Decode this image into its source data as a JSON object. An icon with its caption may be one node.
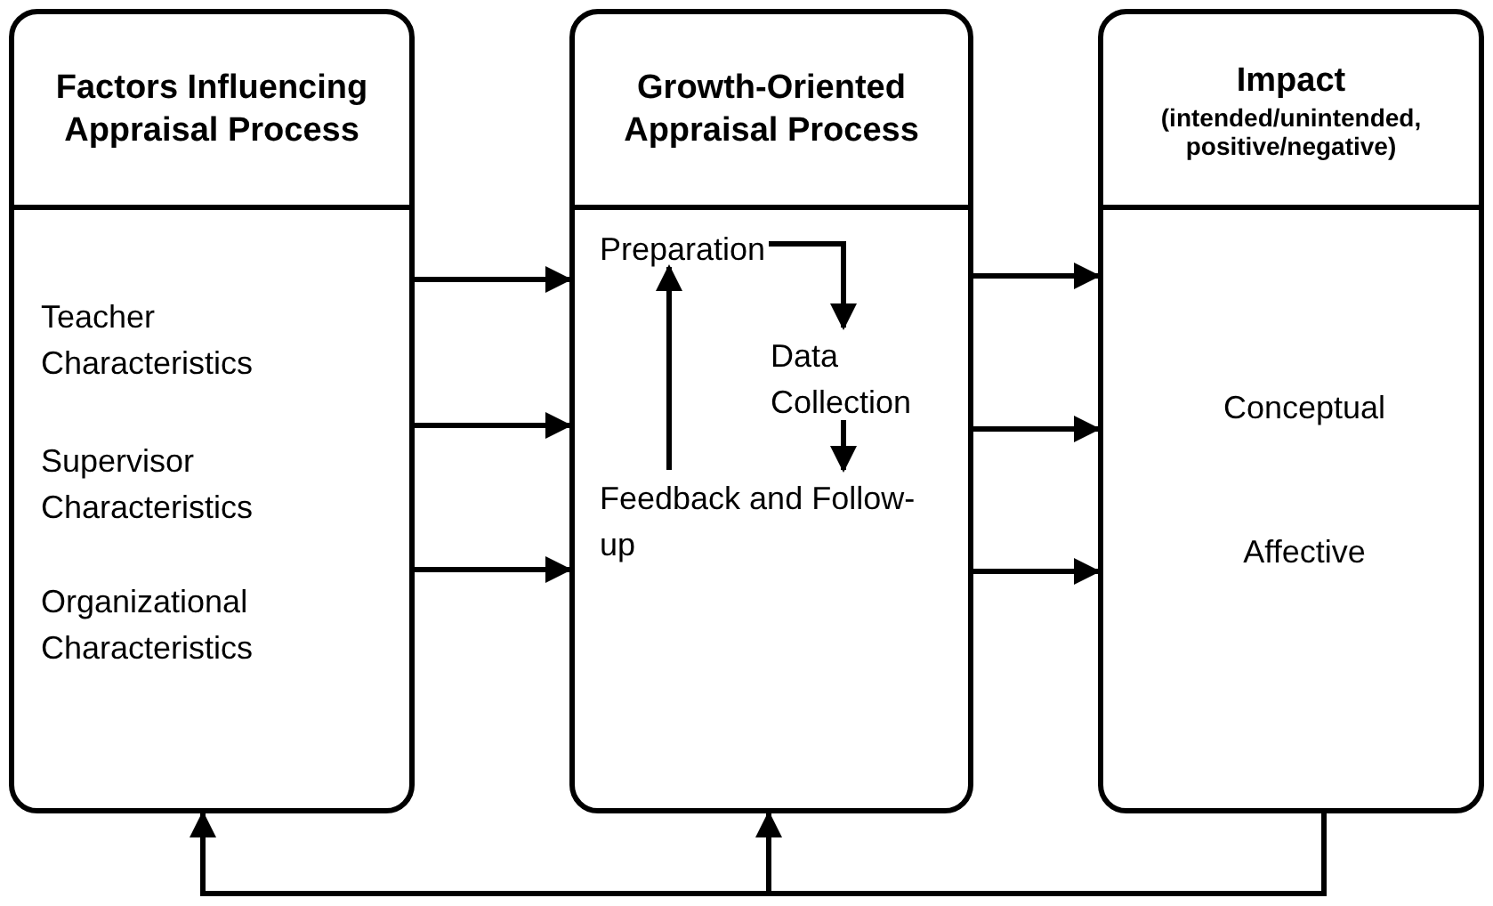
{
  "diagram": {
    "nodes": [
      {
        "text": [
          "Factors Influencing Appraisal Process"
        ]
      },
      {
        "text": [
          "Teacher Characteristics"
        ],
        "in": 0
      },
      {
        "text": [
          "Supervisor Characteristics"
        ],
        "in": 0
      },
      {
        "text": [
          "Organizational Characteristics"
        ],
        "in": 0
      },
      {
        "text": [
          "Growth-Oriented Appraisal Process"
        ]
      },
      {
        "text": [
          "Preparation"
        ],
        "in": 4
      },
      {
        "text": [
          "Data Collection"
        ],
        "in": 4
      },
      {
        "text": [
          "Feedback and Follow-up"
        ],
        "in": 4
      },
      {
        "text": [
          "Impact",
          "(intended/unintended, positive/negative)"
        ]
      },
      {
        "text": [
          "Conceptual"
        ],
        "in": 8
      },
      {
        "text": [
          "Affective"
        ],
        "in": 8
      }
    ],
    "edges": [
      {
        "from": 0,
        "to": 4,
        "arrow": "to"
      },
      {
        "from": 0,
        "to": 4,
        "arrow": "to"
      },
      {
        "from": 0,
        "to": 4,
        "arrow": "to"
      },
      {
        "from": 4,
        "to": 8,
        "arrow": "to"
      },
      {
        "from": 4,
        "to": 8,
        "arrow": "to"
      },
      {
        "from": 4,
        "to": 8,
        "arrow": "to"
      },
      {
        "from": 5,
        "to": 6,
        "arrow": "to"
      },
      {
        "from": 6,
        "to": 7,
        "arrow": "to"
      },
      {
        "from": 7,
        "to": 5,
        "arrow": "to"
      },
      {
        "from": 8,
        "to": 0,
        "arrow": "to"
      },
      {
        "from": 8,
        "to": 4,
        "arrow": "to"
      }
    ]
  }
}
